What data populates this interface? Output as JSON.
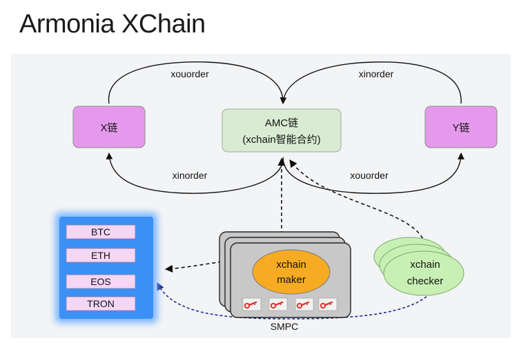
{
  "title": "Armonia XChain",
  "nodes": {
    "x_chain": "X链",
    "y_chain": "Y链",
    "amc_line1": "AMC链",
    "amc_line2": "(xchain智能合约)",
    "maker_line1": "xchain",
    "maker_line2": "maker",
    "checker_line1": "xchain",
    "checker_line2": "checker"
  },
  "edges": {
    "left_top": "xouorder",
    "left_bottom": "xinorder",
    "right_top": "xinorder",
    "right_bottom": "xouorder",
    "smpc": "SMPC"
  },
  "chains": [
    "BTC",
    "ETH",
    "EOS",
    "TRON"
  ],
  "icons": {
    "key": "key-icon"
  },
  "colors": {
    "x_y_fill": "#e599ec",
    "amc_fill": "#d9ecd3",
    "maker_fill": "#f6ab23",
    "checker_fill": "#c9f0b4",
    "chain_panel": "#3b90f5",
    "chain_item": "#f5d6f5",
    "key": "#e0362c"
  }
}
